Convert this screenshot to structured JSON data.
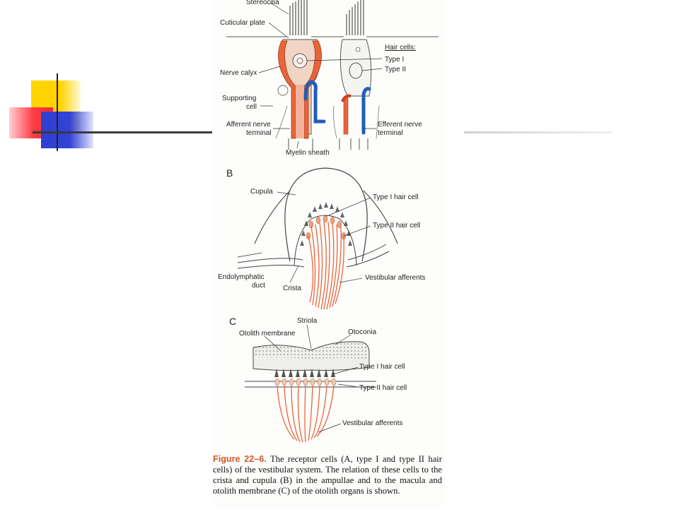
{
  "panel_a": {
    "stereocilia": "Stereocilia",
    "cuticular_plate": "Cuticular plate",
    "hair_cells_heading": "Hair cells:",
    "type_i": "Type I",
    "type_ii": "Type II",
    "nerve_calyx": "Nerve calyx",
    "supporting_cell_1": "Supporting",
    "supporting_cell_2": "cell",
    "afferent_terminal_1": "Afferent nerve",
    "afferent_terminal_2": "terminal",
    "efferent_terminal_1": "Efferent nerve",
    "efferent_terminal_2": "terminal",
    "myelin_sheath": "Myelin sheath"
  },
  "panel_b": {
    "letter": "B",
    "cupula": "Cupula",
    "type_i_hair_cell": "Type I hair cell",
    "type_ii_hair_cell": "Type II hair cell",
    "endolymphatic_duct_1": "Endolymphatic",
    "endolymphatic_duct_2": "duct",
    "crista": "Crista",
    "vestibular_afferents": "Vestibular afferents"
  },
  "panel_c": {
    "letter": "C",
    "striola": "Striola",
    "otolith_membrane": "Otolith membrane",
    "otoconia": "Otoconia",
    "type_i_hair_cell": "Type I hair cell",
    "type_ii_hair_cell": "Type II hair cell",
    "vestibular_afferents": "Vestibular afferents"
  },
  "caption": {
    "title": "Figure 22–6.",
    "body": " The receptor cells (A, type I and type II hair cells) of the vestibular system. The relation of these cells to the crista and cupula (B) in the ampullae and to the macula and otolith membrane (C) of the otolith organs is shown."
  },
  "colors": {
    "afferent": "#e8653a",
    "efferent": "#1f5fb8",
    "template_yellow": "#ffd400",
    "template_red": "#ff3c44",
    "template_blue": "#3343d8",
    "caption_title": "#d2572a"
  }
}
